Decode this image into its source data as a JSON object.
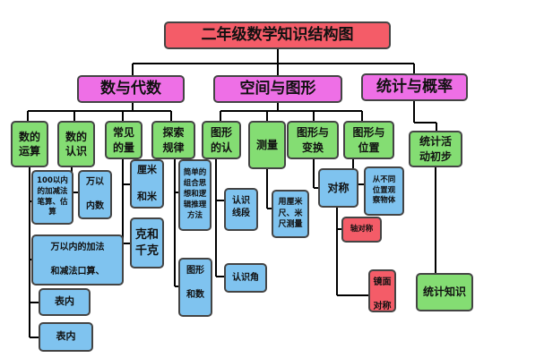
{
  "title": "二年级数学知识结构图",
  "categories": {
    "number_algebra": "数与代数",
    "space_shape": "空间与图形",
    "statistics": "统计与概率"
  },
  "topics": {
    "operations": "数的\n运算",
    "cognition": "数的\n认识",
    "measures": "常见\n的量",
    "rules": "探索\n规律",
    "shape_recognition": "图形\n的认",
    "measurement": "测量",
    "transformation": "图形与\n变换",
    "position": "图形与\n位置",
    "stats_activity": "统计活\n动初步"
  },
  "leaves": {
    "add_sub_100": "100以内\n的加减法\n笔算、估\n算",
    "add_sub_10000": "万以内的加法\n\n和减法口算、",
    "table_1": "表内",
    "table_2": "表内",
    "within_10000": "万以\n\n内数",
    "cm_m": "厘米\n\n和米",
    "g_kg": "克和\n千克",
    "simple_combo": "简单的\n组合思\n想和逻\n辑推理\n方法",
    "shape_number": "图形\n\n和数",
    "recognize_line": "认识\n线段",
    "recognize_angle": "认识角",
    "measure_units": "用厘米\n尺、米\n尺测量",
    "symmetry": "对称",
    "axis_symmetry": "轴对称",
    "mirror_symmetry": "镜面\n\n对称",
    "observe_objects": "从不同\n位置观\n察物体",
    "stats_knowledge": "统计知识"
  },
  "colors": {
    "root": "#f45c68",
    "category": "#ee6fe6",
    "topic": "#84dd73",
    "leaf": "#7fc3ef",
    "special": "#f45c68"
  }
}
